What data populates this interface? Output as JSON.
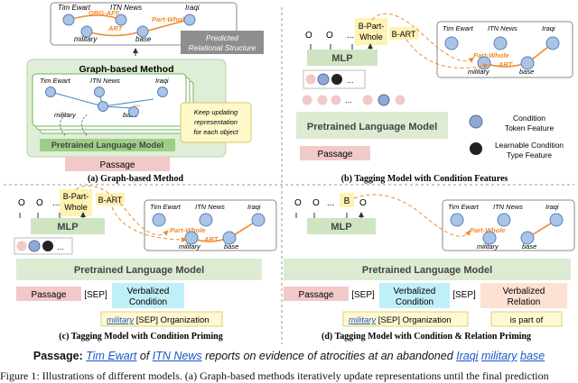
{
  "entities": {
    "e1": "Tim Ewart",
    "e2": "ITN News",
    "e3": "Iraqi",
    "e4": "military",
    "e5": "base"
  },
  "relations": {
    "org_aff": "ORG-AFF",
    "part_whole": "Part-Whole",
    "art": "ART"
  },
  "labels": {
    "predicted_structure": "Predicted Relational Structure",
    "graph_method": "Graph-based Method",
    "plm": "Pretrained Language Model",
    "passage": "Passage",
    "keep_updating": "Keep updating representation for each object",
    "mlp": "MLP",
    "o": "O",
    "b_part": "B-Part-",
    "whole": "Whole",
    "b_art": "B-ART",
    "b": "B",
    "ellipsis": "...",
    "sep": "[SEP]",
    "verbalized": "Verbalized",
    "condition": "Condition",
    "relation": "Relation",
    "organization": "Organization",
    "is_part_of": "is part of",
    "legend_condition_1": "Condition",
    "legend_condition_2": "Token Feature",
    "legend_learnable_1": "Learnable Condition",
    "legend_learnable_2": "Type Feature"
  },
  "captions": {
    "a": "(a) Graph-based Method",
    "b": "(b) Tagging Model with Condition Features",
    "c": "(c) Tagging Model with Condition Priming",
    "d": "(d) Tagging Model with Condition & Relation Priming"
  },
  "passage_line": {
    "label": "Passage:",
    "w1": "Tim Ewart",
    "of": "of",
    "w2": "ITN News",
    "mid": "reports on evidence of atrocities at an abandoned",
    "w3": "Iraqi",
    "w4": "military",
    "w5": "base"
  },
  "figure_text": "Figure 1: Illustrations of different models. (a) Graph-based methods iteratively update representations until the final prediction"
}
